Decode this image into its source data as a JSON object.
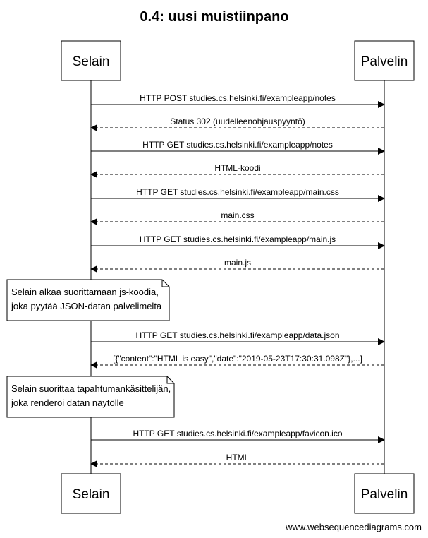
{
  "title": "0.4: uusi muistiinpano",
  "participants": [
    {
      "id": "selain",
      "label": "Selain"
    },
    {
      "id": "palvelin",
      "label": "Palvelin"
    }
  ],
  "events": [
    {
      "kind": "message",
      "from": "selain",
      "to": "palvelin",
      "style": "solid",
      "label": "HTTP POST studies.cs.helsinki.fi/exampleapp/notes"
    },
    {
      "kind": "message",
      "from": "palvelin",
      "to": "selain",
      "style": "dashed",
      "label": "Status 302 (uudelleenohjauspyyntö)"
    },
    {
      "kind": "message",
      "from": "selain",
      "to": "palvelin",
      "style": "solid",
      "label": "HTTP GET studies.cs.helsinki.fi/exampleapp/notes"
    },
    {
      "kind": "message",
      "from": "palvelin",
      "to": "selain",
      "style": "dashed",
      "label": "HTML-koodi"
    },
    {
      "kind": "message",
      "from": "selain",
      "to": "palvelin",
      "style": "solid",
      "label": "HTTP GET studies.cs.helsinki.fi/exampleapp/main.css"
    },
    {
      "kind": "message",
      "from": "palvelin",
      "to": "selain",
      "style": "dashed",
      "label": "main.css"
    },
    {
      "kind": "message",
      "from": "selain",
      "to": "palvelin",
      "style": "solid",
      "label": "HTTP GET studies.cs.helsinki.fi/exampleapp/main.js"
    },
    {
      "kind": "message",
      "from": "palvelin",
      "to": "selain",
      "style": "dashed",
      "label": "main.js"
    },
    {
      "kind": "note",
      "over": "selain",
      "lines": [
        "Selain alkaa suorittamaan js-koodia,",
        "joka pyytää JSON-datan palvelimelta"
      ]
    },
    {
      "kind": "message",
      "from": "selain",
      "to": "palvelin",
      "style": "solid",
      "label": "HTTP GET studies.cs.helsinki.fi/exampleapp/data.json"
    },
    {
      "kind": "message",
      "from": "palvelin",
      "to": "selain",
      "style": "dashed",
      "label": "[{\"content\":\"HTML is easy\",\"date\":\"2019-05-23T17:30:31.098Z\"},...]"
    },
    {
      "kind": "note",
      "over": "selain",
      "lines": [
        "Selain suorittaa tapahtumankäsittelijän,",
        "joka renderöi datan näytölle"
      ]
    },
    {
      "kind": "message",
      "from": "selain",
      "to": "palvelin",
      "style": "solid",
      "label": "HTTP GET studies.cs.helsinki.fi/exampleapp/favicon.ico"
    },
    {
      "kind": "message",
      "from": "palvelin",
      "to": "selain",
      "style": "dashed",
      "label": "HTML"
    }
  ],
  "footer": "www.websequencediagrams.com"
}
